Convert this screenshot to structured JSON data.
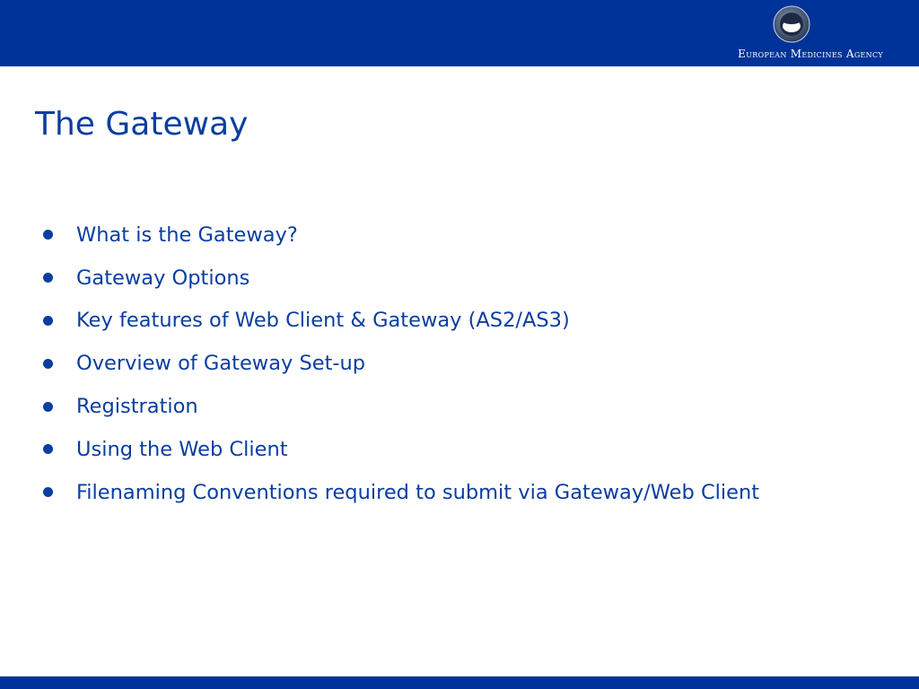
{
  "header": {
    "logo_text": "European Medicines Agency",
    "background_color": "#003399",
    "logo_icon": "ema-emblem-icon"
  },
  "slide": {
    "title": "The Gateway",
    "text_color": "#0a3ea0",
    "bullets": [
      "What is the Gateway?",
      "Gateway Options",
      "Key features of Web Client & Gateway (AS2/AS3)",
      "Overview of Gateway Set-up",
      "Registration",
      "Using the Web Client",
      "Filenaming Conventions required to submit via Gateway/Web Client"
    ]
  },
  "footer": {
    "background_color": "#003399"
  }
}
